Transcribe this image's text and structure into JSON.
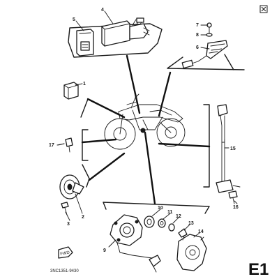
{
  "corner_mark": "E1",
  "drawing_code": "3NC1351-9430",
  "fwd_tag": "FWD",
  "callouts": [
    {
      "id": "c1",
      "text": "1"
    },
    {
      "id": "c2",
      "text": "2"
    },
    {
      "id": "c3",
      "text": "3"
    },
    {
      "id": "c4",
      "text": "4"
    },
    {
      "id": "c5",
      "text": "5"
    },
    {
      "id": "c6",
      "text": "6"
    },
    {
      "id": "c7",
      "text": "7"
    },
    {
      "id": "c8",
      "text": "8"
    },
    {
      "id": "c9",
      "text": "9"
    },
    {
      "id": "c10",
      "text": "10"
    },
    {
      "id": "c11",
      "text": "11"
    },
    {
      "id": "c12",
      "text": "12"
    },
    {
      "id": "c13",
      "text": "13"
    },
    {
      "id": "c14",
      "text": "14"
    },
    {
      "id": "c15",
      "text": "15"
    },
    {
      "id": "c16",
      "text": "16"
    },
    {
      "id": "c17",
      "text": "17"
    }
  ]
}
